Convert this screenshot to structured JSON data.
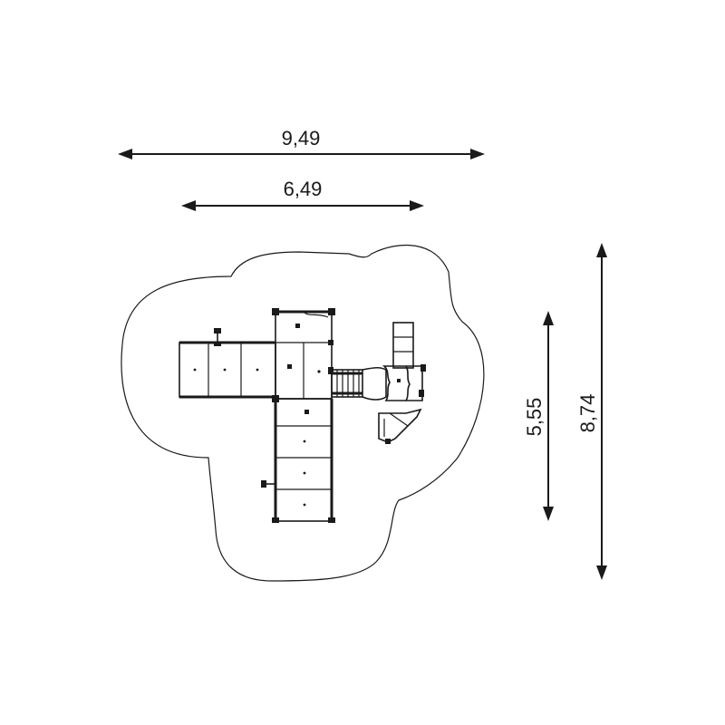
{
  "dimensions": {
    "overall_width": "9,49",
    "structure_width": "6,49",
    "structure_depth": "5,55",
    "overall_depth": "8,74"
  },
  "colors": {
    "line": "#1a1a1a",
    "background": "#ffffff"
  }
}
